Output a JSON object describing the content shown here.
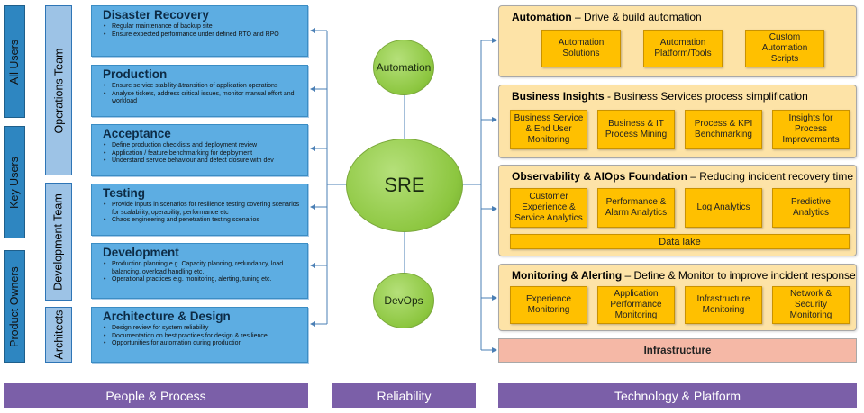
{
  "people": {
    "user_groups": [
      "All Users",
      "Key Users",
      "Product Owners"
    ],
    "teams": [
      "Operations Team",
      "Development Team",
      "Architects"
    ],
    "boxes": [
      {
        "title": "Disaster Recovery",
        "bullets": [
          "Regular maintenance of backup site",
          "Ensure expected performance under defined RTO and RPO"
        ]
      },
      {
        "title": "Production",
        "bullets": [
          "Ensure service stability &transition of application operations",
          "Analyse tickets, address critical issues, monitor manual effort and workload"
        ]
      },
      {
        "title": "Acceptance",
        "bullets": [
          "Define production checklists and deployment review",
          "Application / feature benchmarking for deployment",
          "Understand service behaviour and defect closure with dev"
        ]
      },
      {
        "title": "Testing",
        "bullets": [
          "Provide inputs in scenarios for resilience testing covering scenarios for scalability, operability, performance etc",
          "Chaos engineering and penetration testing scenarios"
        ]
      },
      {
        "title": "Development",
        "bullets": [
          "Production planning e.g. Capacity planning, redundancy, load balancing, overload handling etc.",
          "Operational practices e.g. monitoring, alerting, tuning etc."
        ]
      },
      {
        "title": "Architecture & Design",
        "bullets": [
          "Design review for system reliability",
          "Documentation on best practices for design & resilience",
          "Opportunities for automation during production"
        ]
      }
    ]
  },
  "reliability": {
    "automation": "Automation",
    "sre": "SRE",
    "devops": "DevOps"
  },
  "technology": {
    "sections": [
      {
        "title_bold": "Automation",
        "title_rest": " – Drive & build automation",
        "tiles": [
          "Automation Solutions",
          "Automation Platform/Tools",
          "Custom Automation Scripts"
        ]
      },
      {
        "title_bold": "Business Insights",
        "title_rest": " - Business Services process simplification",
        "tiles": [
          "Business Service & End User Monitoring",
          "Business & IT Process Mining",
          "Process & KPI Benchmarking",
          "Insights for Process Improvements"
        ]
      },
      {
        "title_bold": "Observability & AIOps Foundation",
        "title_rest": " – Reducing incident recovery time",
        "tiles": [
          "Customer Experience & Service Analytics",
          "Performance & Alarm Analytics",
          "Log Analytics",
          "Predictive Analytics"
        ],
        "bar": "Data lake"
      },
      {
        "title_bold": "Monitoring & Alerting",
        "title_rest": " – Define & Monitor to improve incident response",
        "tiles": [
          "Experience Monitoring",
          "Application Performance Monitoring",
          "Infrastructure Monitoring",
          "Network & Security Monitoring"
        ]
      }
    ],
    "infrastructure": "Infrastructure"
  },
  "footer": [
    "People & Process",
    "Reliability",
    "Technology & Platform"
  ],
  "colors": {
    "people_box": "#5dade2",
    "user_label": "#2e86c1",
    "team_label": "#9dc3e6",
    "section_bg": "#fde3a7",
    "tile": "#ffc000",
    "infra": "#f5b8a6",
    "footer": "#7b5fa8",
    "circle": "#8cc63f"
  }
}
